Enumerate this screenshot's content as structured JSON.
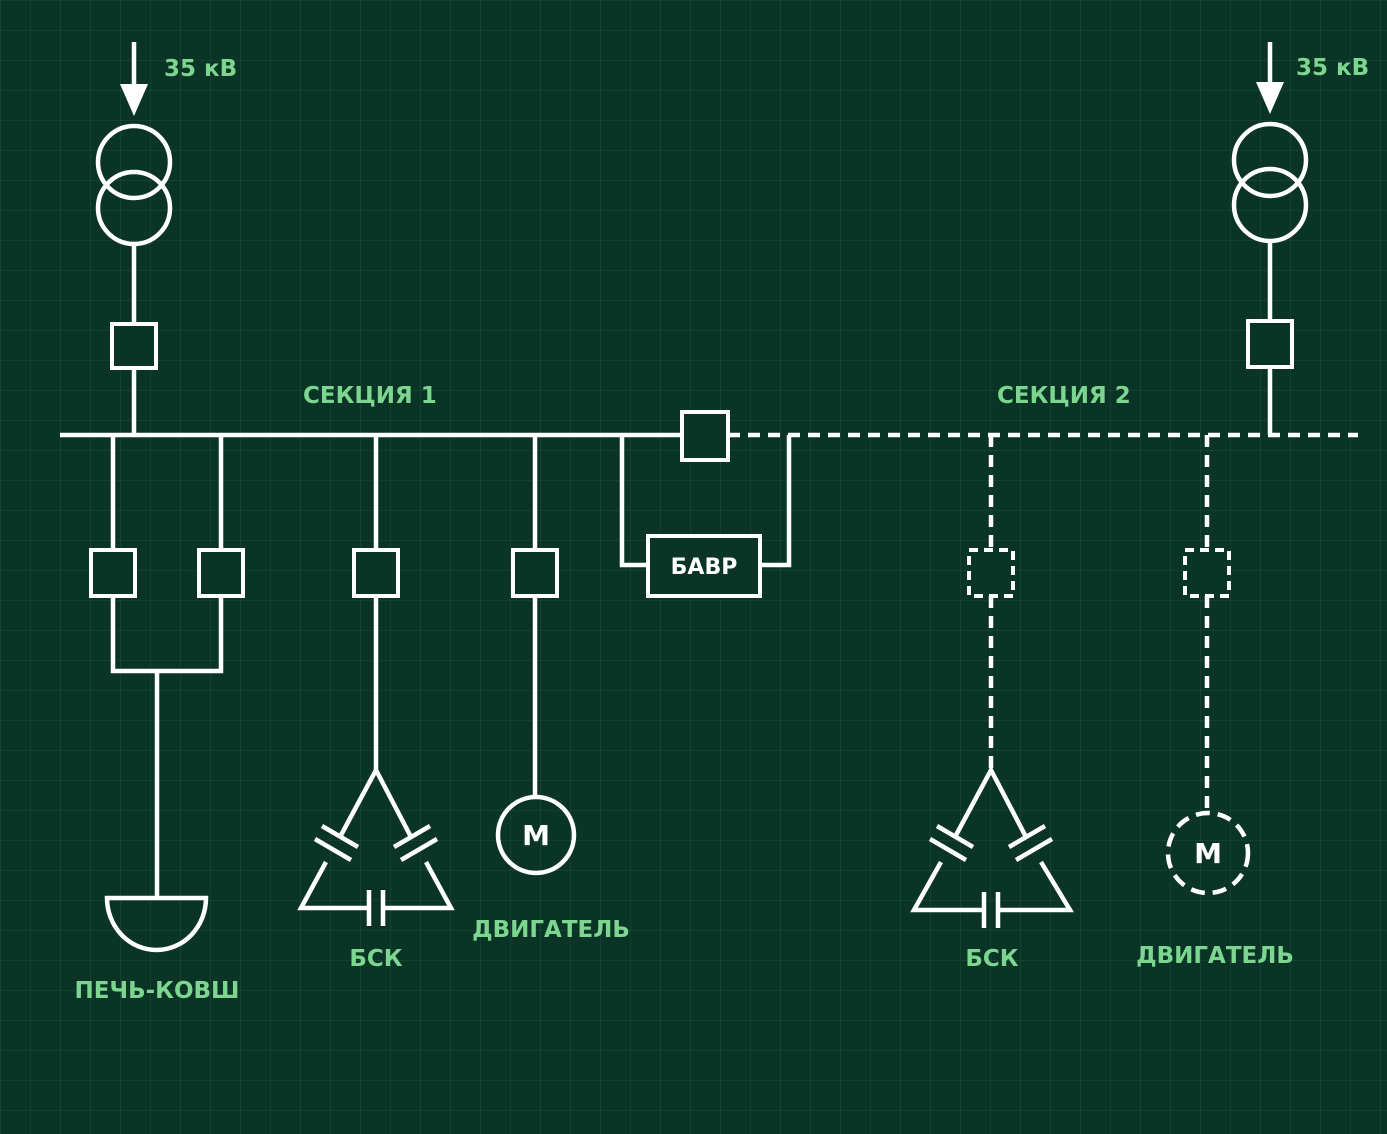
{
  "labels": {
    "voltage_left": "35 кВ",
    "voltage_right": "35 кВ",
    "section_1": "СЕКЦИЯ 1",
    "section_2": "СЕКЦИЯ 2",
    "bavr": "БАВР",
    "furnace": "ПЕЧЬ-КОВШ",
    "capacitor_bank_1": "БСК",
    "motor_1": "ДВИГАТЕЛЬ",
    "motor_symbol_1": "M",
    "capacitor_bank_2": "БСК",
    "motor_2": "ДВИГАТЕЛЬ",
    "motor_symbol_2": "M"
  },
  "colors": {
    "background": "#0a3426",
    "line": "#ffffff",
    "label": "#7dd68f"
  },
  "icons": [
    "incoming-arrow-icon",
    "transformer-icon",
    "circuit-breaker-icon",
    "ladle-furnace-icon",
    "capacitor-bank-icon",
    "motor-icon"
  ]
}
